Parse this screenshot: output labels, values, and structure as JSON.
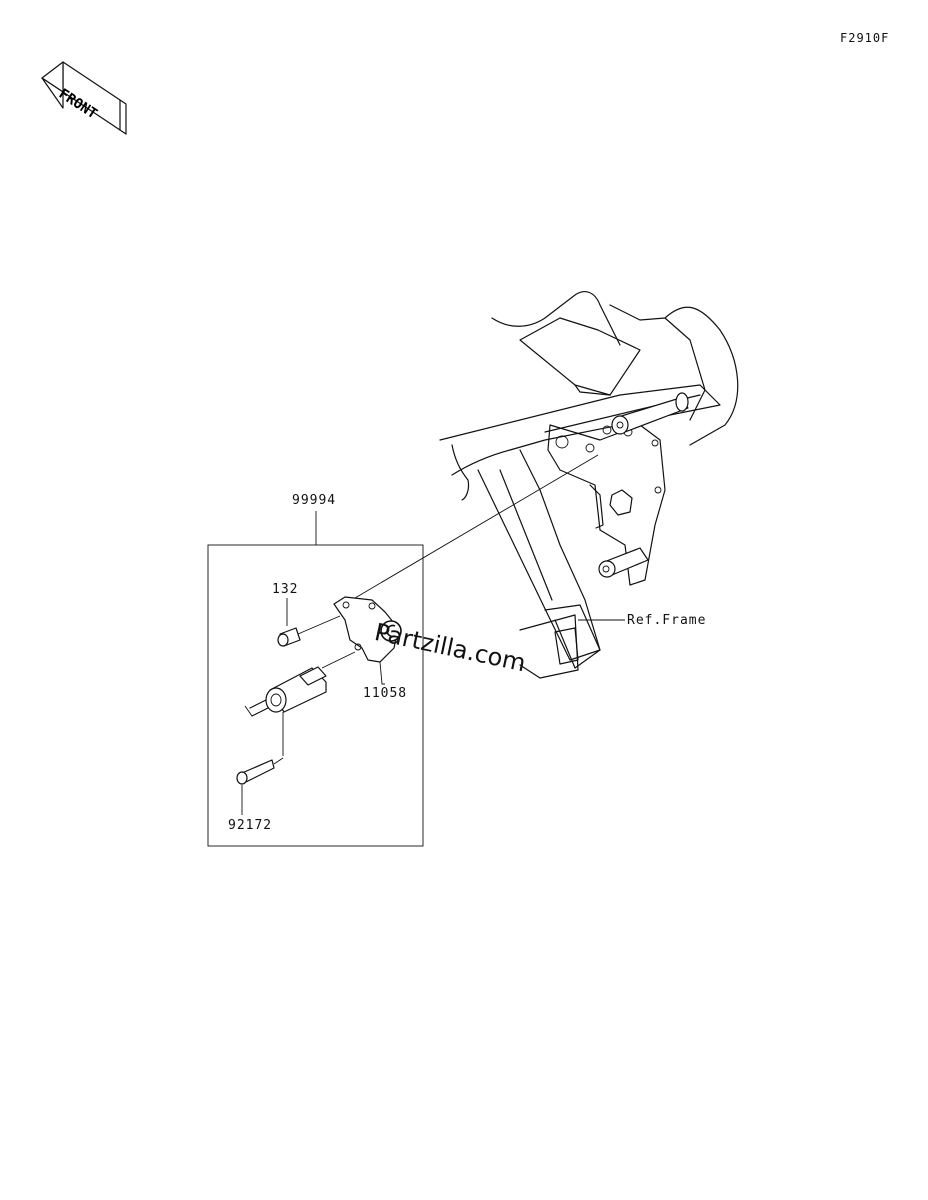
{
  "diagram_code": "F2910F",
  "front_badge": "FRONT",
  "watermark": "Partzilla.com",
  "parts": {
    "kit": "99994",
    "bolt": "132",
    "bracket": "11058",
    "screw": "92172"
  },
  "reference": "Ref.Frame",
  "icons": {
    "front_arrow": "front-arrow-icon",
    "copyright": "copyright-icon"
  }
}
